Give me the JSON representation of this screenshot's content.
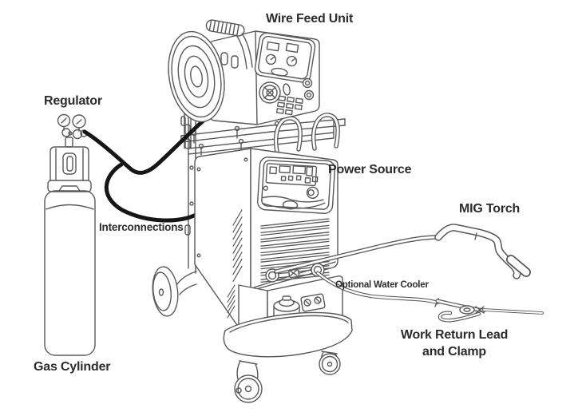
{
  "diagram": {
    "kind": "labeled line illustration",
    "subject": "MIG welding equipment setup",
    "background_color": "#ffffff",
    "line_color": "#58585a",
    "cable_color": "#161616",
    "text_color": "#2d2b2c",
    "labels": {
      "wire_feed_unit": "Wire Feed Unit",
      "regulator": "Regulator",
      "gas_cylinder": "Gas Cylinder",
      "interconnections": "Interconnections",
      "power_source": "Power Source",
      "mig_torch": "MIG Torch",
      "optional_water_cooler": "Optional Water Cooler",
      "work_return_line1": "Work Return Lead",
      "work_return_line2": "and Clamp"
    }
  }
}
